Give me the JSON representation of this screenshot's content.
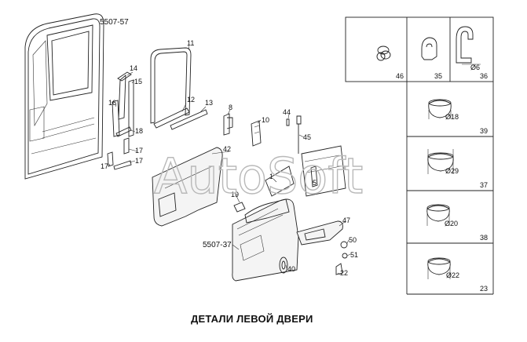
{
  "diagram": {
    "caption": "ДЕТАЛИ ЛЕВОЙ ДВЕРИ",
    "watermark": "AutoSoft",
    "assembly_labels": {
      "door": "5507-57",
      "panel": "5507-37"
    },
    "callouts": {
      "c1": "1",
      "c5": "5",
      "c8": "8",
      "c10": "10",
      "c11": "11",
      "c12": "12",
      "c13": "13",
      "c14": "14",
      "c15": "15",
      "c16": "16",
      "c17a": "17",
      "c17b": "17",
      "c17c": "17",
      "c18": "18",
      "c19": "19",
      "c22": "22",
      "c40": "40",
      "c42": "42",
      "c44": "44",
      "c45": "45",
      "c47": "47",
      "c50": "50",
      "c51": "51"
    },
    "table_cells": {
      "cell46": "46",
      "cell35": "35",
      "cell36": "36",
      "cell39": "39",
      "cell37": "37",
      "cell38": "38",
      "cell23": "23"
    },
    "dimensions": {
      "d6": "Ø6",
      "d18": "Ø18",
      "d29": "Ø29",
      "d20": "Ø20",
      "d22": "Ø22"
    }
  }
}
